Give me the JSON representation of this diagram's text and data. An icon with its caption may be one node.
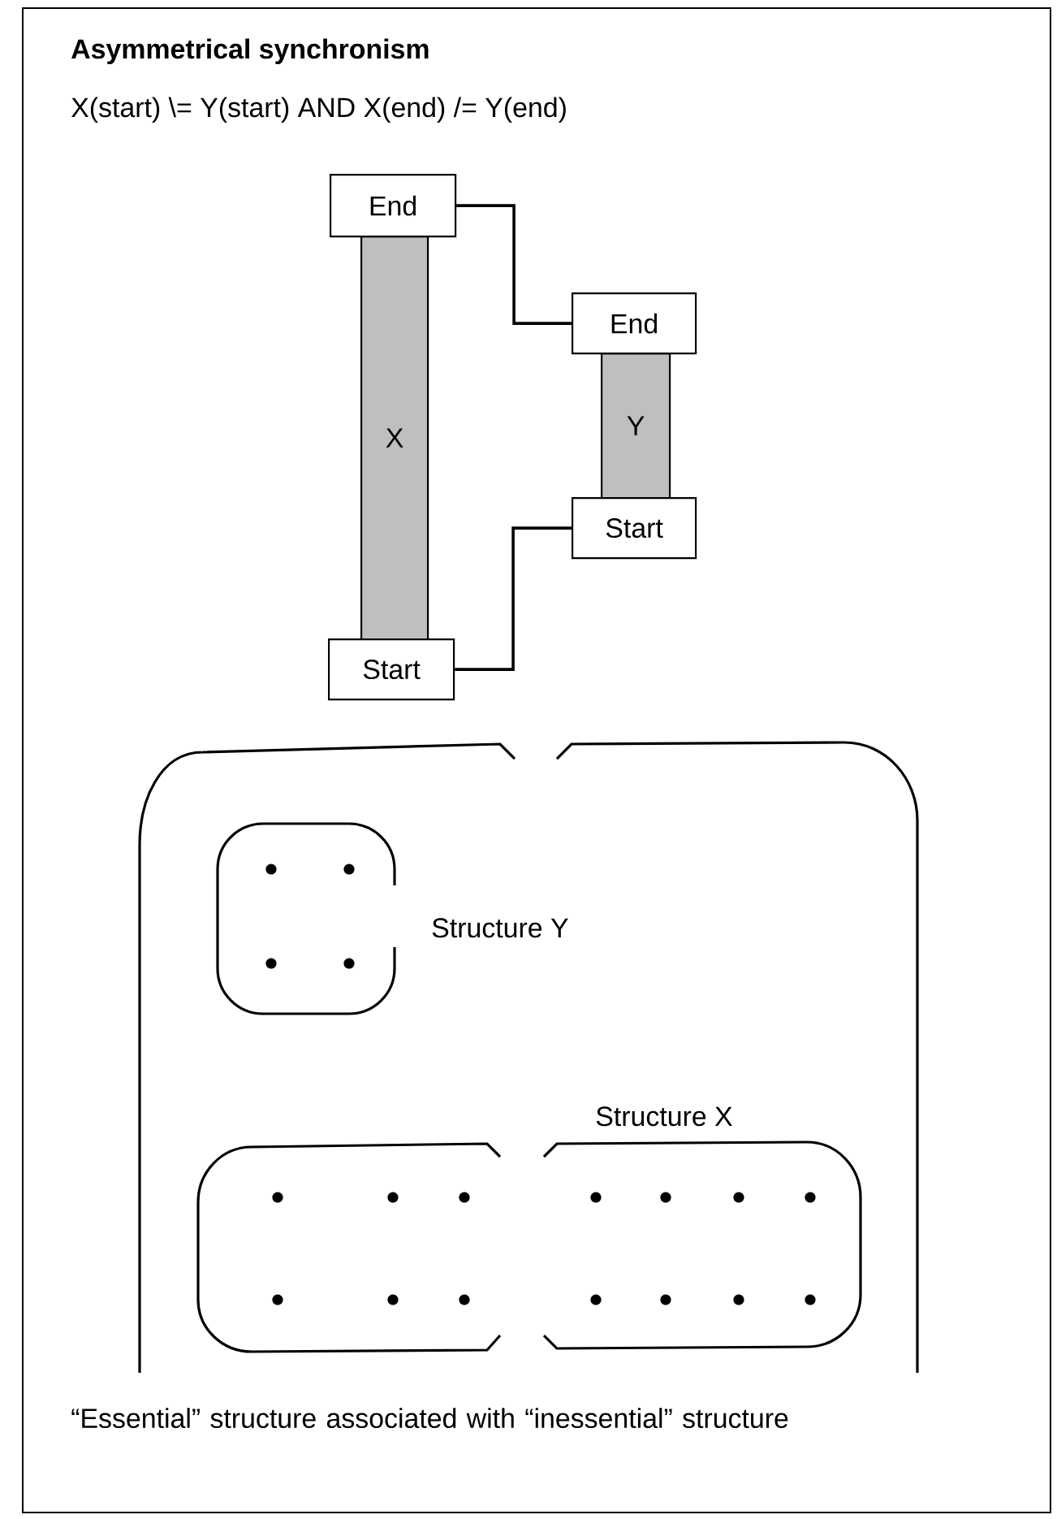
{
  "diagram": {
    "title": "Asymmetrical synchronism",
    "caption": "“Essential” structure associated with “inessential” structure",
    "nodes": [
      {
        "text": [
          "End"
        ]
      },
      {
        "text": [
          "X"
        ]
      },
      {
        "text": [
          "Start"
        ]
      },
      {
        "text": [
          "End"
        ]
      },
      {
        "text": [
          "Y"
        ]
      },
      {
        "text": [
          "Start"
        ]
      }
    ],
    "edges": [
      {
        "from": 0,
        "to": 3,
        "arrow": "none"
      },
      {
        "from": 2,
        "to": 5,
        "arrow": "none"
      }
    ],
    "labels": [
      "X(start) \\= Y(start) AND X(end) /= Y(end)",
      "Structure Y",
      "Structure X"
    ]
  }
}
